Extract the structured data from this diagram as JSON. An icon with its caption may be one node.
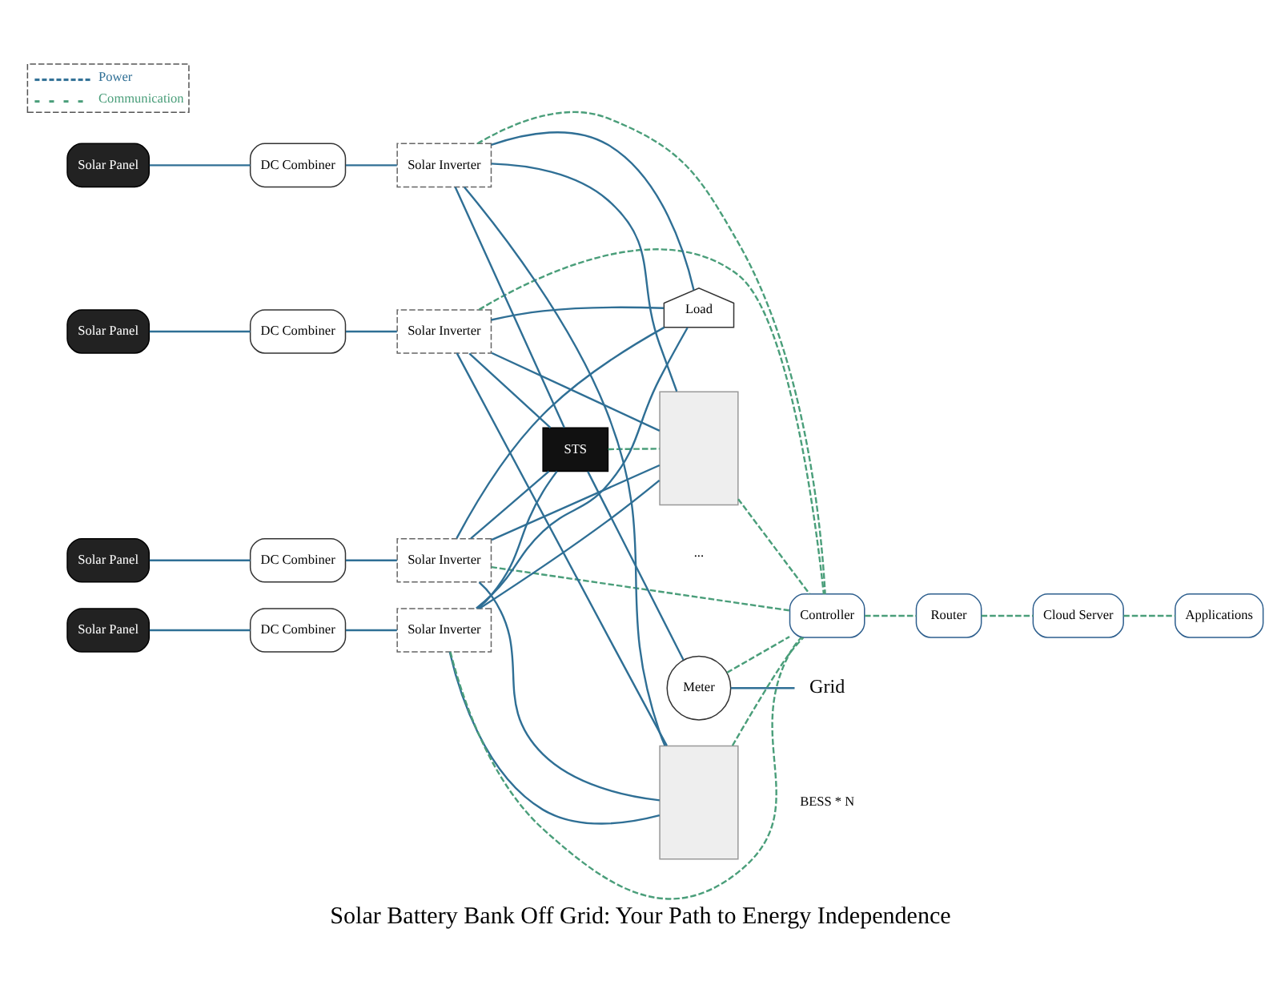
{
  "diagram": {
    "title": "Solar Battery Bank Off Grid: Your Path to Energy Independence",
    "nodes": [
      {
        "text": [
          "Solar Panel"
        ]
      },
      {
        "text": [
          "DC Combiner"
        ]
      },
      {
        "text": [
          "Solar Inverter"
        ]
      },
      {
        "text": [
          "STS"
        ]
      },
      {
        "text": [
          "Meter"
        ]
      },
      {
        "text": [
          "Grid"
        ]
      },
      {
        "text": [],
        "shape": "box"
      },
      {
        "text": [],
        "shape": "box"
      },
      {
        "text": [
          "Solar Panel"
        ]
      },
      {
        "text": [
          "DC Combiner"
        ]
      },
      {
        "text": [
          "Solar Inverter"
        ]
      },
      {
        "text": [
          "Solar Panel"
        ]
      },
      {
        "text": [
          "DC Combiner"
        ]
      },
      {
        "text": [
          "Solar Inverter"
        ]
      },
      {
        "text": [
          "Load"
        ]
      },
      {
        "text": [
          "Solar Panel"
        ]
      },
      {
        "text": [
          "DC Combiner"
        ]
      },
      {
        "text": [
          "Solar Inverter"
        ]
      },
      {
        "text": [
          "Controller"
        ]
      },
      {
        "text": [
          "Router"
        ]
      },
      {
        "text": [
          "Cloud Server"
        ]
      },
      {
        "text": [
          "Applications"
        ]
      }
    ],
    "edges": [
      {
        "from": 0,
        "to": 1,
        "arrow": "none"
      },
      {
        "from": 1,
        "to": 2,
        "arrow": "none"
      },
      {
        "from": 8,
        "to": 9,
        "arrow": "none"
      },
      {
        "from": 9,
        "to": 10,
        "arrow": "none"
      },
      {
        "from": 11,
        "to": 12,
        "arrow": "none"
      },
      {
        "from": 12,
        "to": 13,
        "arrow": "none"
      },
      {
        "from": 15,
        "to": 16,
        "arrow": "none"
      },
      {
        "from": 16,
        "to": 17,
        "arrow": "none"
      },
      {
        "from": 2,
        "to": 3,
        "arrow": "none"
      },
      {
        "from": 10,
        "to": 3,
        "arrow": "none"
      },
      {
        "from": 13,
        "to": 3,
        "arrow": "none"
      },
      {
        "from": 17,
        "to": 3,
        "arrow": "none"
      },
      {
        "from": 2,
        "to": 6,
        "arrow": "none"
      },
      {
        "from": 10,
        "to": 6,
        "arrow": "none"
      },
      {
        "from": 13,
        "to": 6,
        "arrow": "none"
      },
      {
        "from": 17,
        "to": 6,
        "arrow": "none"
      },
      {
        "from": 2,
        "to": 7,
        "arrow": "none"
      },
      {
        "from": 10,
        "to": 7,
        "arrow": "none"
      },
      {
        "from": 13,
        "to": 7,
        "arrow": "none"
      },
      {
        "from": 17,
        "to": 7,
        "arrow": "none"
      },
      {
        "from": 2,
        "to": 14,
        "arrow": "none"
      },
      {
        "from": 10,
        "to": 14,
        "arrow": "none"
      },
      {
        "from": 13,
        "to": 14,
        "arrow": "none"
      },
      {
        "from": 17,
        "to": 14,
        "arrow": "none"
      },
      {
        "from": 3,
        "to": 4,
        "arrow": "none"
      },
      {
        "from": 4,
        "to": 5,
        "arrow": "none"
      },
      {
        "from": 3,
        "to": 6,
        "arrow": "none",
        "style": "dashed",
        "color": "#4a9e7a"
      },
      {
        "from": 2,
        "to": 18,
        "arrow": "none",
        "style": "dashed",
        "color": "#4a9e7a"
      },
      {
        "from": 10,
        "to": 18,
        "arrow": "none",
        "style": "dashed",
        "color": "#4a9e7a"
      },
      {
        "from": 13,
        "to": 18,
        "arrow": "none",
        "style": "dashed",
        "color": "#4a9e7a"
      },
      {
        "from": 17,
        "to": 18,
        "arrow": "none",
        "style": "dashed",
        "color": "#4a9e7a"
      },
      {
        "from": 4,
        "to": 18,
        "arrow": "none",
        "style": "dashed",
        "color": "#4a9e7a"
      },
      {
        "from": 6,
        "to": 18,
        "arrow": "none",
        "style": "dashed",
        "color": "#4a9e7a"
      },
      {
        "from": 7,
        "to": 18,
        "arrow": "none",
        "style": "dashed",
        "color": "#4a9e7a"
      },
      {
        "from": 18,
        "to": 19,
        "arrow": "none",
        "style": "dashed",
        "color": "#4a9e7a"
      },
      {
        "from": 19,
        "to": 20,
        "arrow": "none",
        "style": "dashed",
        "color": "#4a9e7a"
      },
      {
        "from": 20,
        "to": 21,
        "arrow": "none",
        "style": "dashed",
        "color": "#4a9e7a"
      }
    ],
    "labels": [
      "...",
      "BESS * N"
    ],
    "legend": [
      {
        "text": "Power"
      },
      {
        "text": "Communication"
      }
    ]
  }
}
